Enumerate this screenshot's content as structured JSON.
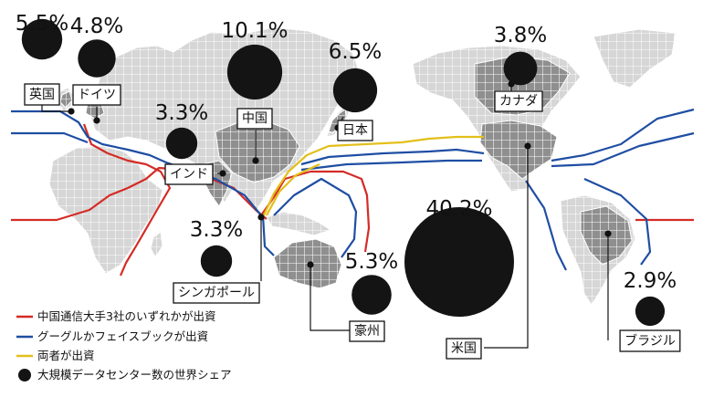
{
  "colors": {
    "china_cable": "#d42b26",
    "google_facebook_cable": "#1f4ea3",
    "both_cable": "#e3bf1a",
    "bubble": "#141414",
    "land_light": "#d6d6d6",
    "land_dark": "#8f8f8f",
    "land_stroke": "#ffffff"
  },
  "countries": [
    {
      "id": "uk",
      "label": "英国",
      "share": "5.5%",
      "value": 5.5
    },
    {
      "id": "germany",
      "label": "ドイツ",
      "share": "4.8%",
      "value": 4.8
    },
    {
      "id": "india",
      "label": "インド",
      "share": "3.3%",
      "value": 3.3
    },
    {
      "id": "china",
      "label": "中国",
      "share": "10.1%",
      "value": 10.1
    },
    {
      "id": "japan",
      "label": "日本",
      "share": "6.5%",
      "value": 6.5
    },
    {
      "id": "singapore",
      "label": "シンガポール",
      "share": "3.3%",
      "value": 3.3
    },
    {
      "id": "australia",
      "label": "豪州",
      "share": "5.3%",
      "value": 5.3
    },
    {
      "id": "canada",
      "label": "カナダ",
      "share": "3.8%",
      "value": 3.8
    },
    {
      "id": "usa",
      "label": "米国",
      "share": "40.2%",
      "value": 40.2
    },
    {
      "id": "brazil",
      "label": "ブラジル",
      "share": "2.9%",
      "value": 2.9
    }
  ],
  "legend": {
    "china_cable": "中国通信大手3社のいずれかが出資",
    "google_facebook_cable": "グーグルかフェイスブックが出資",
    "both_cable": "両者が出資",
    "bubble": "大規模データセンター数の世界シェア"
  }
}
